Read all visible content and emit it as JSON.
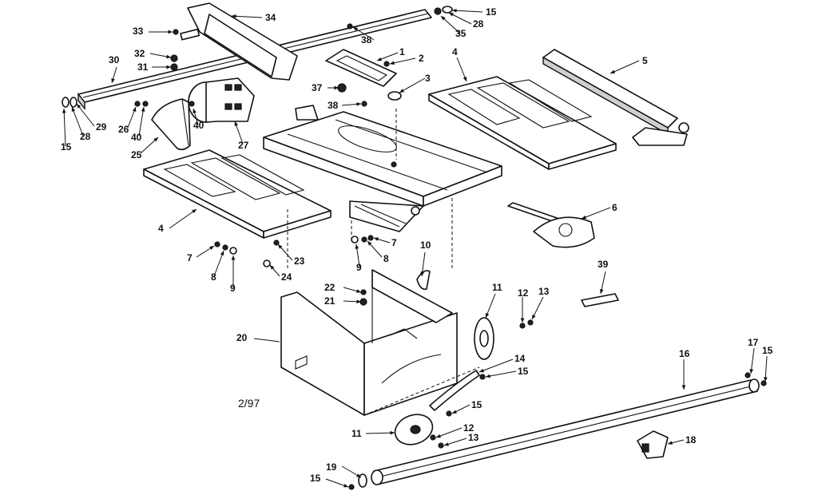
{
  "diagram_date": "2/97",
  "callouts": [
    {
      "id": "c34",
      "label": "34"
    },
    {
      "id": "c33",
      "label": "33"
    },
    {
      "id": "c32",
      "label": "32"
    },
    {
      "id": "c31",
      "label": "31"
    },
    {
      "id": "c30",
      "label": "30"
    },
    {
      "id": "c15a",
      "label": "15"
    },
    {
      "id": "c28a",
      "label": "28"
    },
    {
      "id": "c35",
      "label": "35"
    },
    {
      "id": "c38a",
      "label": "38"
    },
    {
      "id": "c1",
      "label": "1"
    },
    {
      "id": "c2",
      "label": "2"
    },
    {
      "id": "c3",
      "label": "3"
    },
    {
      "id": "c4a",
      "label": "4"
    },
    {
      "id": "c5",
      "label": "5"
    },
    {
      "id": "c37",
      "label": "37"
    },
    {
      "id": "c38b",
      "label": "38"
    },
    {
      "id": "c29",
      "label": "29"
    },
    {
      "id": "c28b",
      "label": "28"
    },
    {
      "id": "c15b",
      "label": "15"
    },
    {
      "id": "c26",
      "label": "26"
    },
    {
      "id": "c40a",
      "label": "40"
    },
    {
      "id": "c40b",
      "label": "40"
    },
    {
      "id": "c25",
      "label": "25"
    },
    {
      "id": "c27",
      "label": "27"
    },
    {
      "id": "c4b",
      "label": "4"
    },
    {
      "id": "c6",
      "label": "6"
    },
    {
      "id": "c7a",
      "label": "7"
    },
    {
      "id": "c8a",
      "label": "8"
    },
    {
      "id": "c9a",
      "label": "9"
    },
    {
      "id": "c23",
      "label": "23"
    },
    {
      "id": "c24",
      "label": "24"
    },
    {
      "id": "c9b",
      "label": "9"
    },
    {
      "id": "c8b",
      "label": "8"
    },
    {
      "id": "c7b",
      "label": "7"
    },
    {
      "id": "c10",
      "label": "10"
    },
    {
      "id": "c39",
      "label": "39"
    },
    {
      "id": "c22",
      "label": "22"
    },
    {
      "id": "c21",
      "label": "21"
    },
    {
      "id": "c20",
      "label": "20"
    },
    {
      "id": "c11a",
      "label": "11"
    },
    {
      "id": "c12a",
      "label": "12"
    },
    {
      "id": "c13a",
      "label": "13"
    },
    {
      "id": "c14",
      "label": "14"
    },
    {
      "id": "c15c",
      "label": "15"
    },
    {
      "id": "c15d",
      "label": "15"
    },
    {
      "id": "c16",
      "label": "16"
    },
    {
      "id": "c17",
      "label": "17"
    },
    {
      "id": "c15e",
      "label": "15"
    },
    {
      "id": "c11b",
      "label": "11"
    },
    {
      "id": "c12b",
      "label": "12"
    },
    {
      "id": "c13b",
      "label": "13"
    },
    {
      "id": "c18",
      "label": "18"
    },
    {
      "id": "c19",
      "label": "19"
    },
    {
      "id": "c15f",
      "label": "15"
    }
  ]
}
